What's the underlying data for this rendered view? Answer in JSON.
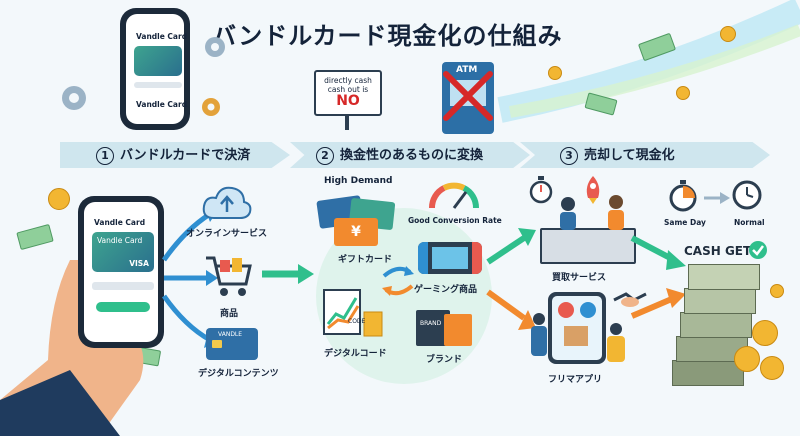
{
  "title": "バンドルカード現金化の仕組み",
  "header_sign": {
    "line1": "directly cash",
    "line2": "cash out is",
    "no": "NO"
  },
  "atm": {
    "label": "ATM"
  },
  "hero_phone": {
    "card_name": "Vandle Card",
    "card_title": "Vandle Card"
  },
  "steps": [
    {
      "num": "1",
      "label": "バンドルカードで決済"
    },
    {
      "num": "2",
      "label": "換金性のあるものに変換"
    },
    {
      "num": "3",
      "label": "売却して現金化"
    }
  ],
  "step1": {
    "phone_title": "Vandle Card",
    "card_label": "Vandle Card",
    "card_brand": "VISA",
    "items": [
      {
        "label": "オンラインサービス",
        "icon": "cloud-upload-icon"
      },
      {
        "label": "商品",
        "icon": "shopping-cart-icon"
      },
      {
        "label": "デジタルコンテンツ",
        "icon": "card-icon"
      }
    ],
    "small_card_label": "VANDLE"
  },
  "step2": {
    "high_demand": "High Demand",
    "good_conversion": "Good Conversion Rate",
    "items": [
      {
        "label": "ギフトカード",
        "icon": "gift-card-icon"
      },
      {
        "label": "ゲーミング商品",
        "icon": "game-console-icon"
      },
      {
        "label": "デジタルコード",
        "icon": "digital-code-icon"
      },
      {
        "label": "ブランド",
        "icon": "shopping-bag-icon"
      }
    ],
    "brand_bag": "BRAND",
    "code_card": "CODE"
  },
  "step3": {
    "same_day": "Same Day",
    "normal": "Normal",
    "cash_get": "CASH GET!",
    "buyback": "買取サービス",
    "flea": "フリマアプリ"
  },
  "colors": {
    "accent_blue": "#2f8fd1",
    "accent_green": "#2fbf8c",
    "accent_orange": "#f28a2e",
    "no_red": "#d62828"
  }
}
